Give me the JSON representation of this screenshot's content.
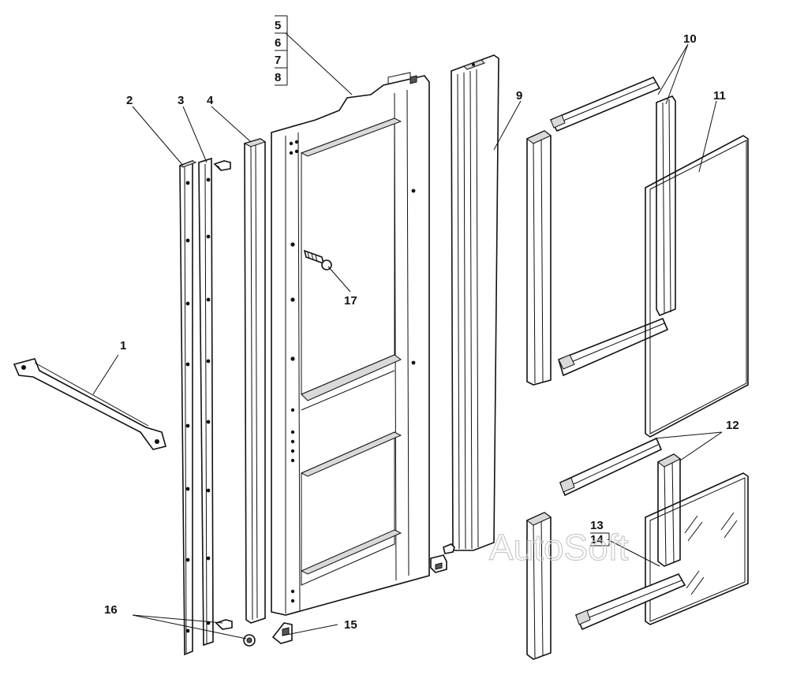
{
  "callouts": {
    "c1": "1",
    "c2": "2",
    "c3": "3",
    "c4": "4",
    "c5": "5",
    "c6": "6",
    "c7": "7",
    "c8": "8",
    "c9": "9",
    "c10": "10",
    "c11": "11",
    "c12": "12",
    "c13": "13",
    "c14": "14",
    "c15": "15",
    "c16": "16",
    "c17": "17"
  },
  "watermark": "AutoSoft"
}
